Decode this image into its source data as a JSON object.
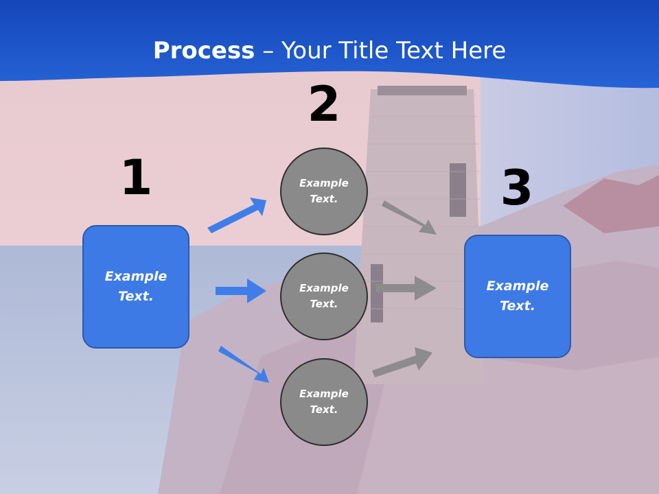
{
  "title": {
    "bold": "Process",
    "rest": " – Your Title Text Here"
  },
  "steps": {
    "one": "1",
    "two": "2",
    "three": "3"
  },
  "left_box": {
    "text": "Example Text."
  },
  "circles": [
    {
      "text": "Example Text."
    },
    {
      "text": "Example Text."
    },
    {
      "text": "Example Text."
    }
  ],
  "right_box": {
    "text": "Example Text."
  },
  "colors": {
    "header": "#1a56c8",
    "box": "#3d7ae6",
    "circle": "#8a8a8a",
    "blue_arrow": "#3f7ee8",
    "gray_arrow": "#8c8c8c"
  },
  "icons": {
    "background": "lighthouse-photo"
  }
}
